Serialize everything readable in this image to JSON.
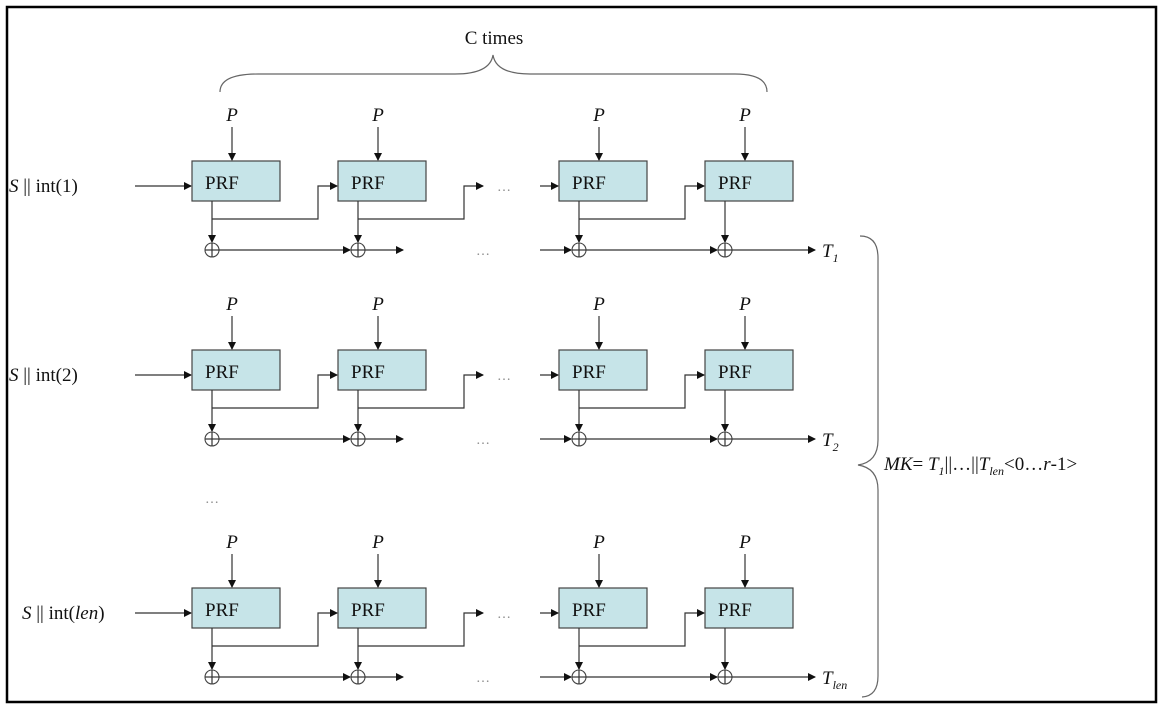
{
  "title": "C times",
  "key_label": "P",
  "block_label": "PRF",
  "ellipsis": "…",
  "box_fill": "#c6e4e8",
  "rows": [
    {
      "input_prefix": "S",
      "input_sep": " || int(",
      "input_arg": "1",
      "input_arg_italic": false,
      "input_suffix": ")",
      "output_base": "T",
      "output_sub": "1"
    },
    {
      "input_prefix": "S",
      "input_sep": " || int(",
      "input_arg": "2",
      "input_arg_italic": false,
      "input_suffix": ")",
      "output_base": "T",
      "output_sub": "2"
    },
    {
      "input_prefix": "S",
      "input_sep": " || int(",
      "input_arg": "len",
      "input_arg_italic": true,
      "input_suffix": ")",
      "output_base": "T",
      "output_sub": "len"
    }
  ],
  "result": {
    "lhs": "MK",
    "eq": "= ",
    "t1_base": "T",
    "t1_sub": "1",
    "concat": "||…||",
    "tlen_base": "T",
    "tlen_sub": "len",
    "range": "<0…",
    "r": "r",
    "tail": "-1>"
  }
}
